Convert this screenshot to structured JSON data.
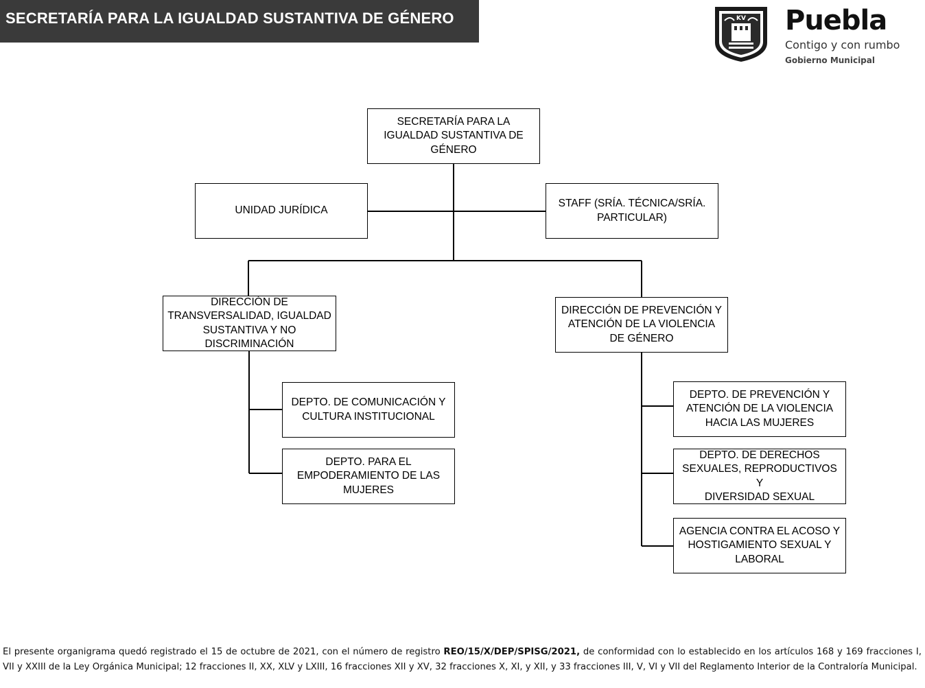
{
  "header": {
    "title": "SECRETARÍA PARA LA IGUALDAD SUSTANTIVA DE GÉNERO"
  },
  "logo": {
    "shield_text": "KV",
    "brand": "Puebla",
    "slogan": "Contigo y con rumbo",
    "government": "Gobierno Municipal"
  },
  "org": {
    "root": "SECRETARÍA PARA LA\nIGUALDAD SUSTANTIVA DE\nGÉNERO",
    "legal_unit": "UNIDAD JURÍDICA",
    "staff": "STAFF (SRÍA. TÉCNICA/SRÍA.\nPARTICULAR)",
    "direction_left": "DIRECCIÓN DE\nTRANSVERSALIDAD,  IGUALDAD\nSUSTANTIVA Y NO\nDISCRIMINACIÓN",
    "direction_right": "DIRECCIÓN DE PREVENCIÓN  Y\nATENCIÓN DE LA  VIOLENCIA\nDE GÉNERO",
    "dept_communication": "DEPTO. DE COMUNICACIÓN Y\nCULTURA INSTITUCIONAL",
    "dept_empowerment": "DEPTO. PARA EL\nEMPODERAMIENTO DE LAS\nMUJERES",
    "dept_prevention": "DEPTO. DE PREVENCIÓN Y\nATENCIÓN DE LA VIOLENCIA\nHACIA LAS MUJERES",
    "dept_rights": "DEPTO. DE DERECHOS\nSEXUALES, REPRODUCTIVOS Y\nDIVERSIDAD SEXUAL",
    "agency_harassment": "AGENCIA CONTRA EL ACOSO Y\nHOSTIGAMIENTO SEXUAL Y\nLABORAL"
  },
  "footer": {
    "before": "El presente organigrama quedó registrado el 15 de octubre de 2021, con el número de registro ",
    "registry": "REO/15/X/DEP/SPISG/2021,",
    "after": " de conformidad con lo establecido en los artículos 168 y 169 fracciones I, VII y XXIII de la Ley Orgánica Municipal; 12 fracciones II, XX, XLV y LXIII, 16 fracciones XII y XV, 32 fracciones X, XI, y XII, y 33 fracciones III, V, VI y VII del Reglamento Interior de la Contraloría Municipal."
  }
}
